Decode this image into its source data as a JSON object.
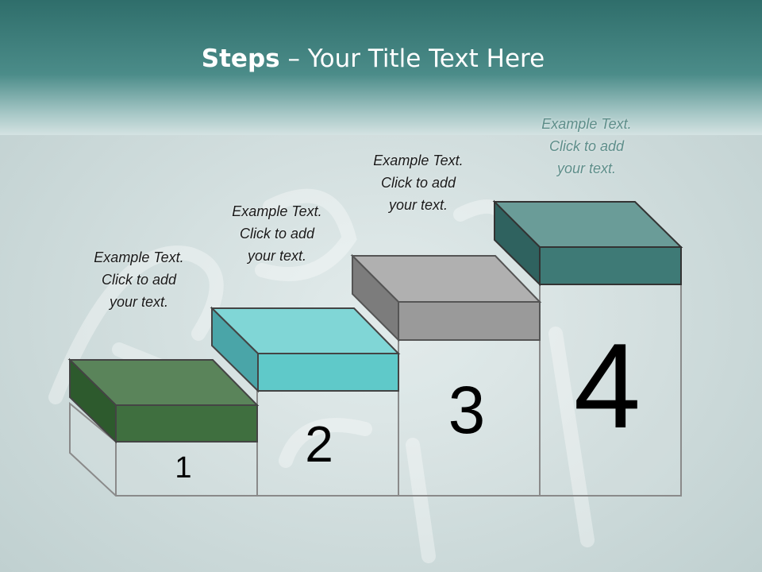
{
  "title": {
    "bold": "Steps",
    "rest": " – Your Title Text Here"
  },
  "steps": [
    {
      "number": "1",
      "text": "Example Text.\nClick  to add\nyour text.",
      "color": "#4e7a4e"
    },
    {
      "number": "2",
      "text": "Example Text.\nClick  to add\nyour text.",
      "color": "#62c8c8"
    },
    {
      "number": "3",
      "text": "Example Text.\nClick  to add\nyour text.",
      "color": "#9a9a9a"
    },
    {
      "number": "4",
      "text": "Example Text.\nClick  to add\nyour text.",
      "color": "#3e7a76"
    }
  ],
  "colors": {
    "header": "#3b7b78",
    "background": "#d2dede",
    "outline": "#8a8a8a"
  }
}
